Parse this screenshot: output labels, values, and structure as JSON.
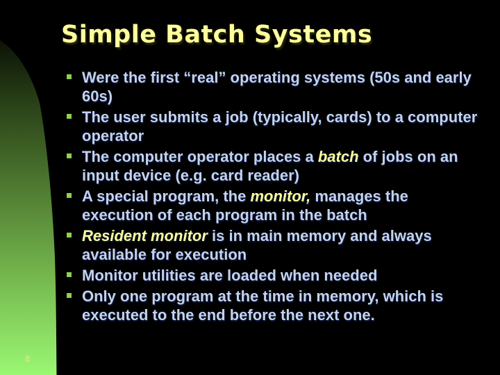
{
  "slide": {
    "title": "Simple Batch Systems",
    "page_number": "8",
    "colors": {
      "background": "#000000",
      "title": "#ffff9c",
      "body_text": "#c3d2ee",
      "emphasis": "#ffff9c",
      "bullet": "#90d04e",
      "page_number": "#cfe989"
    },
    "decoration": {
      "name": "green-crescent",
      "gradient": [
        "#0a0f05",
        "#2c4519",
        "#527f33",
        "#76b94f",
        "#9af873"
      ]
    },
    "bullets": [
      {
        "segments": [
          {
            "text": "Were the first “real” operating systems (50s and early 60s)",
            "style": "normal"
          }
        ]
      },
      {
        "segments": [
          {
            "text": "The user submits a job (typically, cards) to a computer operator",
            "style": "normal"
          }
        ]
      },
      {
        "segments": [
          {
            "text": "The computer operator places a ",
            "style": "normal"
          },
          {
            "text": "batch",
            "style": "emphasis"
          },
          {
            "text": " of jobs on an input device (e.g. card reader)",
            "style": "normal"
          }
        ]
      },
      {
        "segments": [
          {
            "text": "A special program, the ",
            "style": "normal"
          },
          {
            "text": "monitor,",
            "style": "emphasis"
          },
          {
            "text": " manages the execution of each program in the batch",
            "style": "normal"
          }
        ]
      },
      {
        "segments": [
          {
            "text": "Resident monitor",
            "style": "emphasis"
          },
          {
            "text": " is in main memory and always available for execution",
            "style": "normal"
          }
        ]
      },
      {
        "segments": [
          {
            "text": "Monitor utilities are loaded when needed",
            "style": "normal"
          }
        ]
      },
      {
        "segments": [
          {
            "text": "Only one program at the time in memory, which is executed to the end before the next one.",
            "style": "normal"
          }
        ]
      }
    ]
  }
}
